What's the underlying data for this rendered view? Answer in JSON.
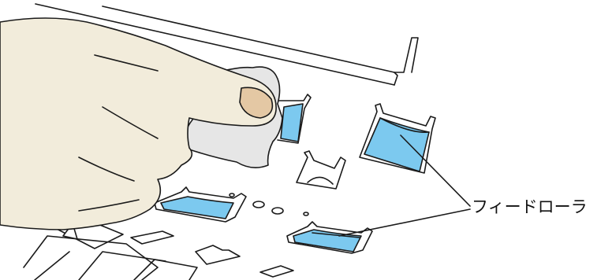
{
  "callout": {
    "label": "フィードローラ"
  },
  "colors": {
    "roller": "#7cc9ef",
    "hand": "#f2ecdb",
    "fingernail": "#e4c8a4",
    "cloth": "#e6e6e6",
    "outline": "#1a1a1a",
    "background": "#ffffff"
  },
  "icons": {
    "hand": "hand-illustration",
    "cloth": "cleaning-cloth-illustration"
  }
}
